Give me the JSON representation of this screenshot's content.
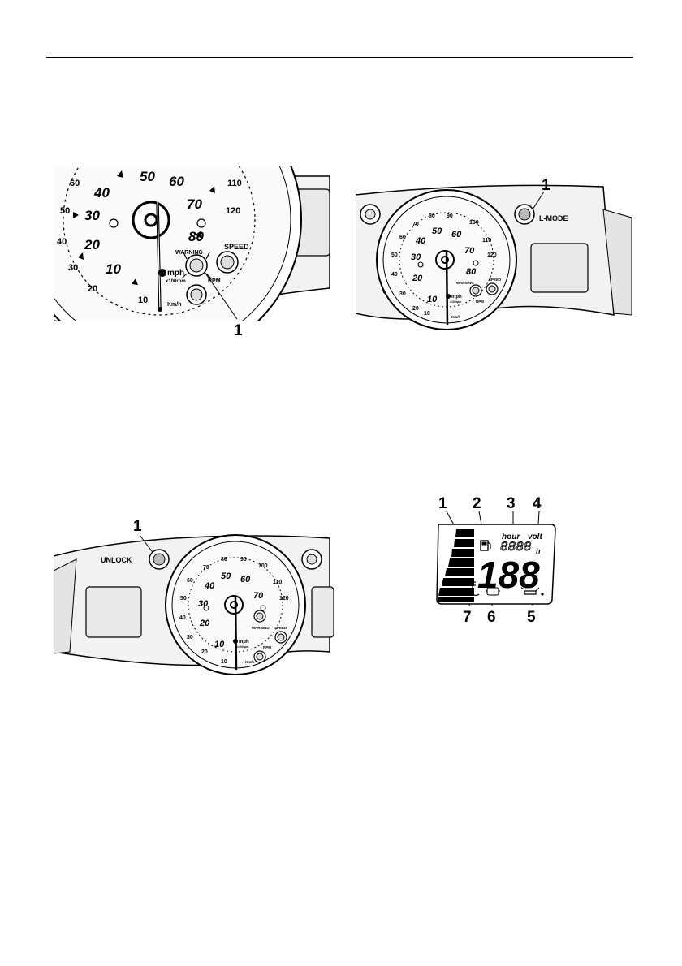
{
  "panel_a": {
    "callout": "1",
    "rpm_scale": [
      "10",
      "20",
      "30",
      "40",
      "50",
      "60",
      "70",
      "80"
    ],
    "speed_scale": [
      "10",
      "20",
      "30",
      "40",
      "50",
      "60",
      "110",
      "120"
    ],
    "mph": "mph",
    "x100rpm": "x100rpm",
    "warning": "WARNING",
    "speed": "SPEED",
    "rpm": "RPM",
    "kmh": "Km/h"
  },
  "panel_b": {
    "callout": "1",
    "button_label": "L-MODE",
    "rpm_scale": [
      "10",
      "20",
      "30",
      "40",
      "50",
      "60",
      "70",
      "80"
    ],
    "speed_scale": [
      "10",
      "20",
      "30",
      "40",
      "50",
      "60",
      "70",
      "80",
      "90",
      "100",
      "110",
      "120"
    ],
    "mph": "mph",
    "x100rpm": "x100rpm",
    "warning": "WARNING",
    "speed": "SPEED",
    "rpm": "RPM",
    "kmh": "Km/h"
  },
  "panel_c": {
    "callout": "1",
    "button_label": "UNLOCK",
    "rpm_scale": [
      "10",
      "20",
      "30",
      "40",
      "50",
      "60",
      "70",
      "80"
    ],
    "speed_scale": [
      "10",
      "20",
      "30",
      "40",
      "50",
      "60",
      "70",
      "80",
      "90",
      "100",
      "110",
      "120"
    ],
    "mph": "mph",
    "x100rpm": "x100rpm",
    "warning": "WARNING",
    "speed": "SPEED",
    "rpm": "RPM",
    "kmh": "Km/h"
  },
  "panel_d": {
    "callouts_top": [
      "1",
      "2",
      "3",
      "4"
    ],
    "callouts_bottom": [
      "7",
      "6",
      "5"
    ],
    "hour": "hour",
    "volt": "volt",
    "small_digits": "8888",
    "small_unit": "h",
    "big_digits": "188"
  }
}
